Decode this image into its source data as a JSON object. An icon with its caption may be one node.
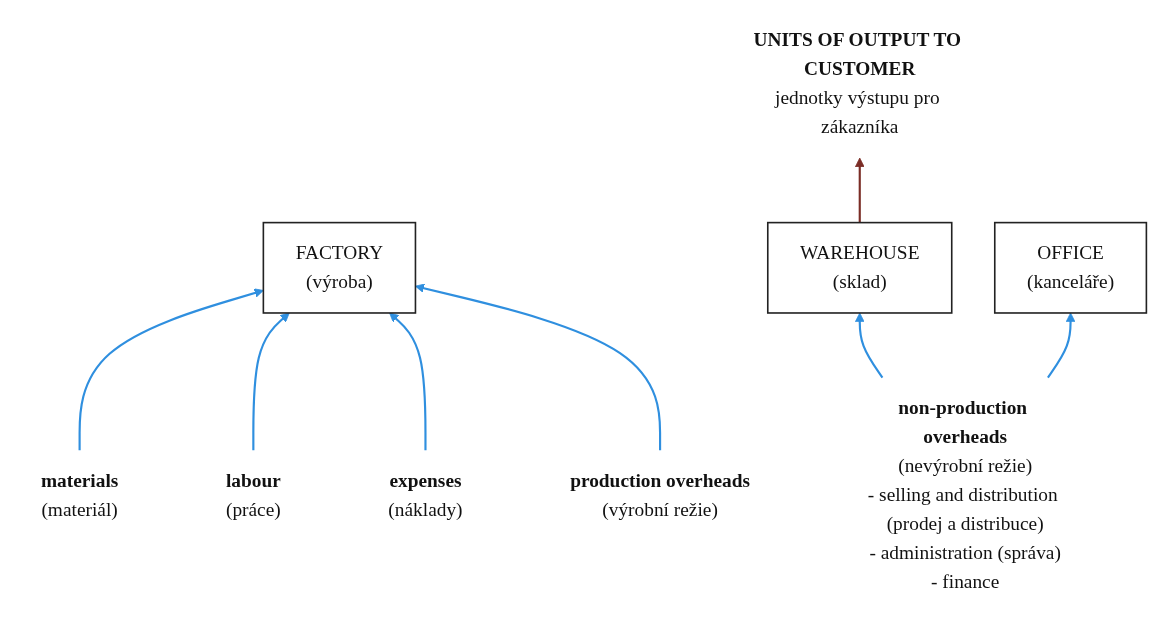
{
  "diagram": {
    "nodes": [
      {
        "text": [
          "UNITS OF OUTPUT TO CUSTOMER",
          "jednotky výstupu pro zákazníka"
        ]
      },
      {
        "text": [
          "FACTORY",
          "(výroba)"
        ]
      },
      {
        "text": [
          "WAREHOUSE",
          "(sklad)"
        ]
      },
      {
        "text": [
          "OFFICE",
          "(kanceláře)"
        ]
      },
      {
        "text": [
          "materials",
          "(materiál)"
        ]
      },
      {
        "text": [
          "labour",
          "(práce)"
        ]
      },
      {
        "text": [
          "expenses",
          "(náklady)"
        ]
      },
      {
        "text": [
          "production overheads",
          "(výrobní režie)"
        ]
      },
      {
        "text": [
          "non-production overheads",
          "(nevýrobní režie)",
          "- selling and distribution (prodej a distribuce)",
          "- administration (správa)",
          "- finance"
        ]
      }
    ],
    "edges": [
      {
        "from": 2,
        "to": 0,
        "arrow": "to",
        "color": "#7b2d26"
      },
      {
        "from": 4,
        "to": 1,
        "arrow": "to"
      },
      {
        "from": 5,
        "to": 1,
        "arrow": "to"
      },
      {
        "from": 6,
        "to": 1,
        "arrow": "to"
      },
      {
        "from": 7,
        "to": 1,
        "arrow": "to"
      },
      {
        "from": 8,
        "to": 2,
        "arrow": "to"
      },
      {
        "from": 8,
        "to": 3,
        "arrow": "to"
      }
    ]
  }
}
